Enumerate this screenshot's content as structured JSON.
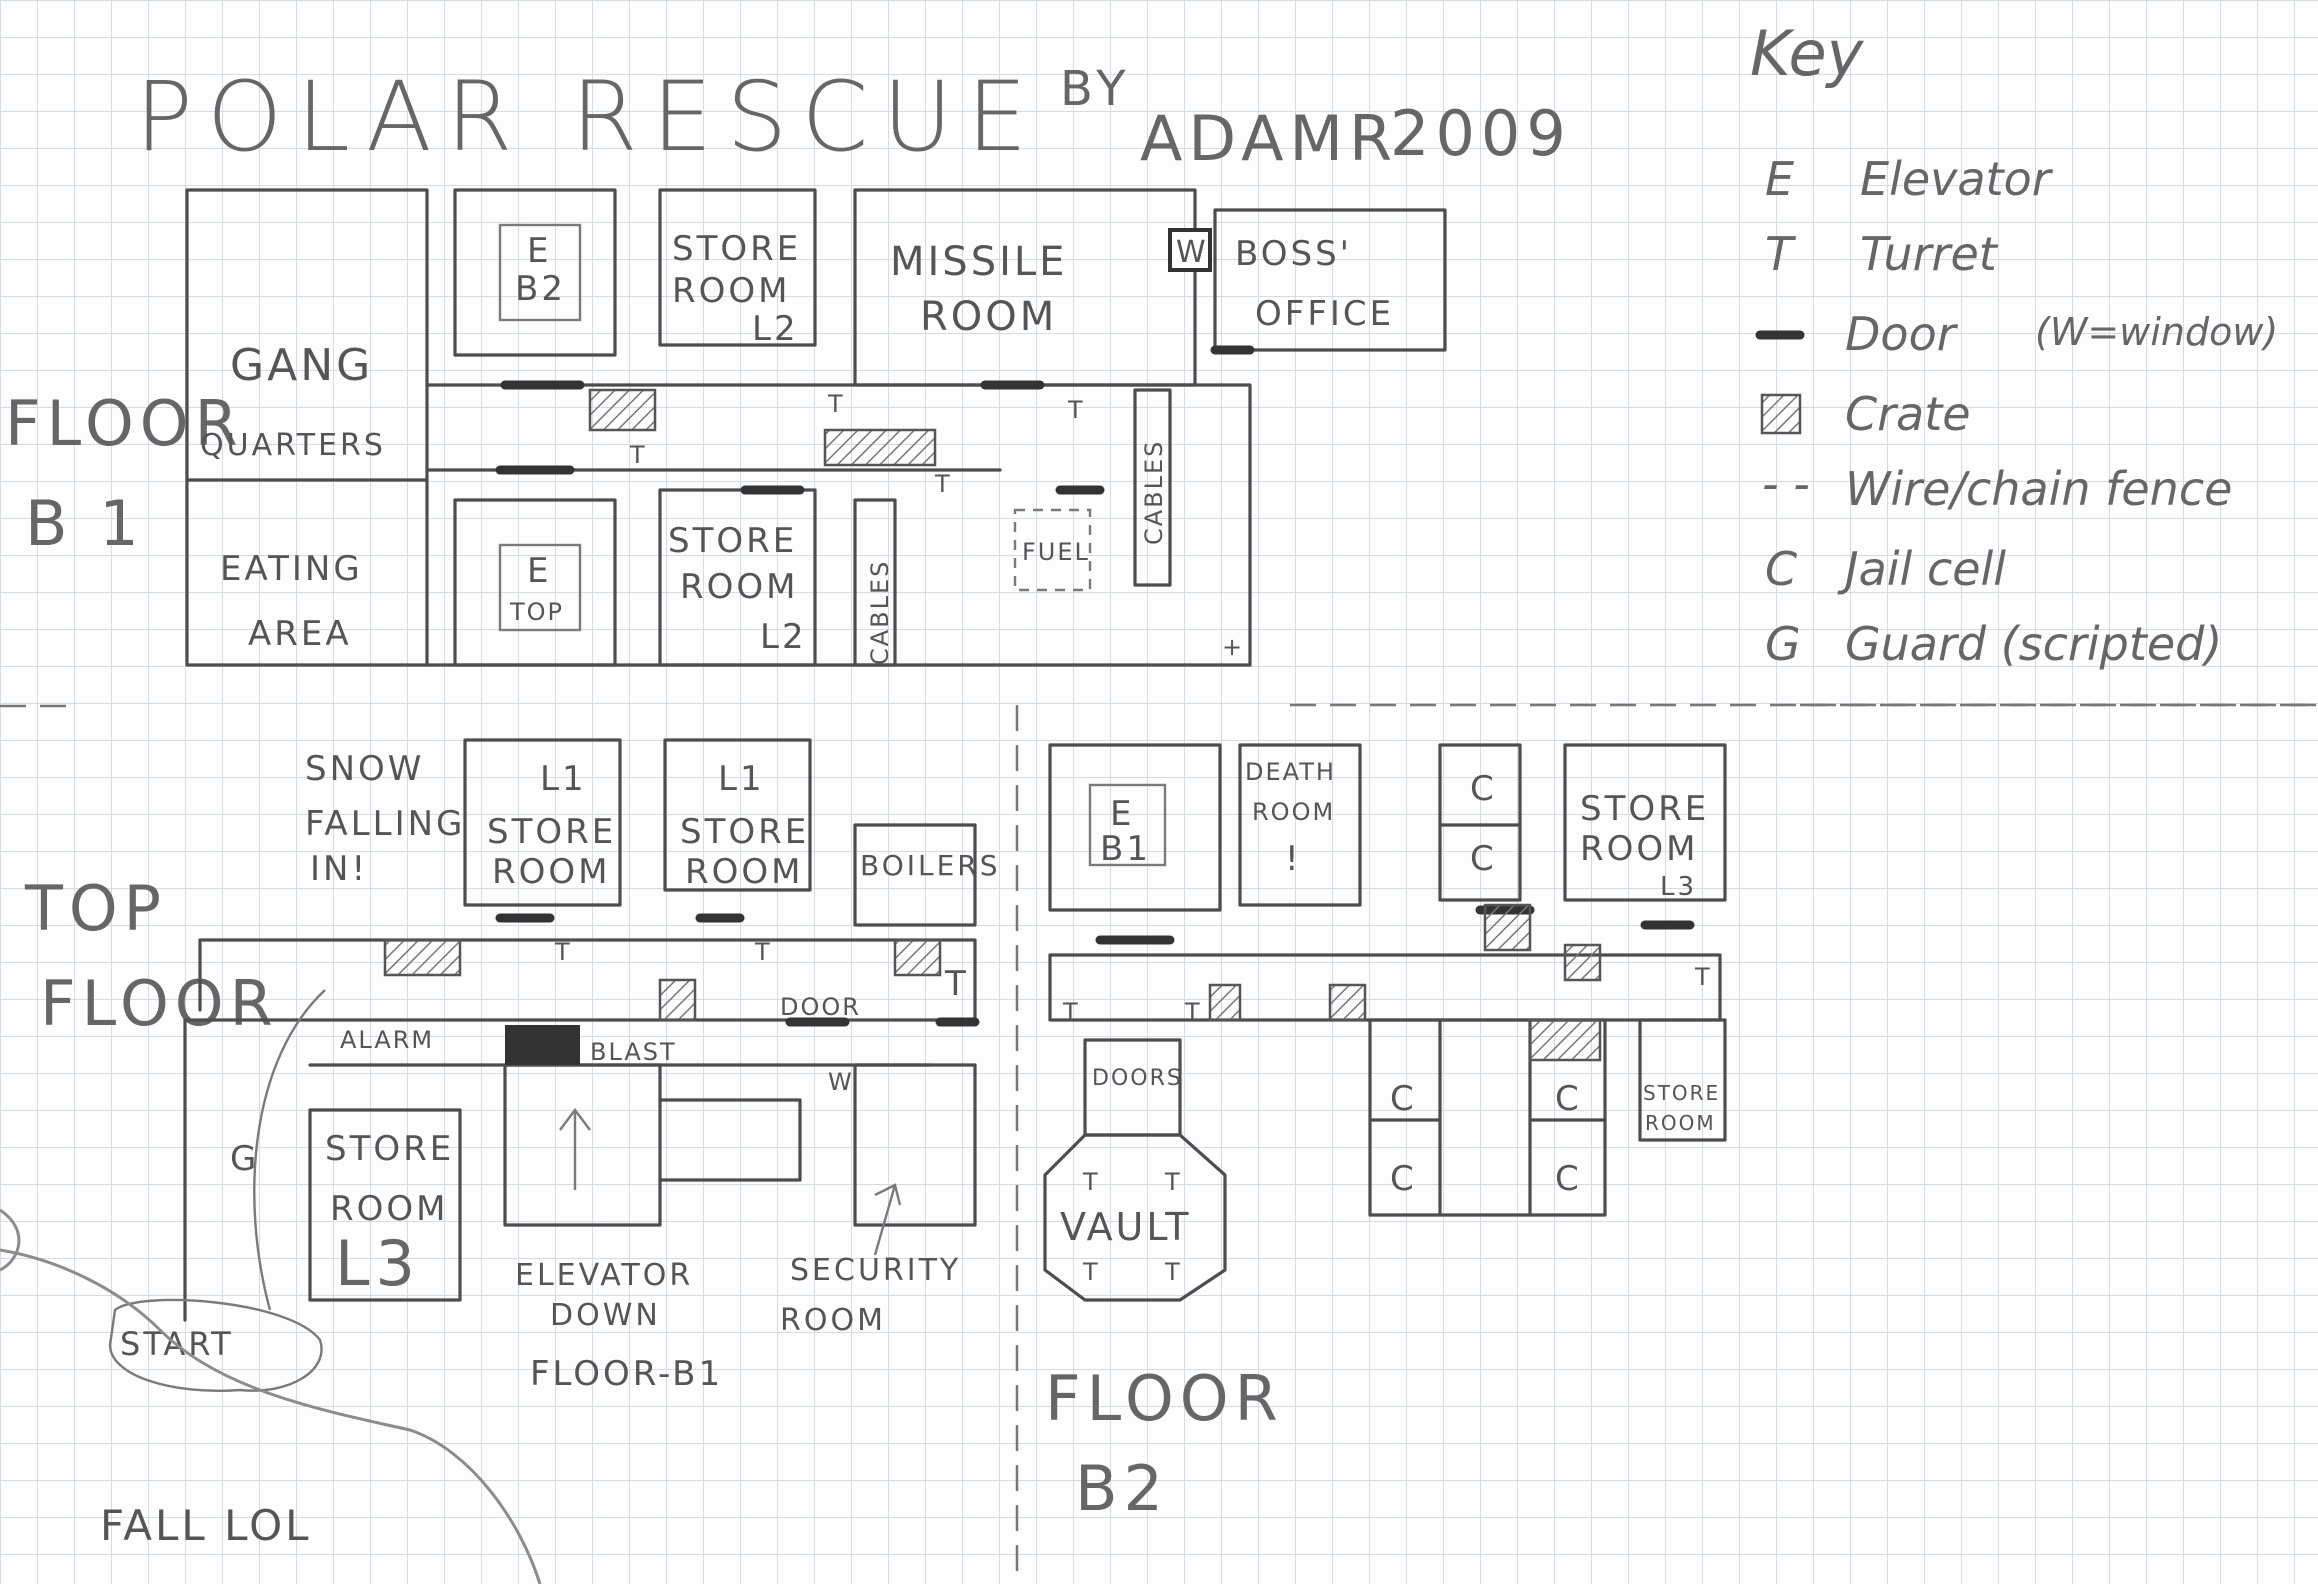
{
  "title": "POLAR RESCUE",
  "byline": "BY",
  "author": "ADAMR",
  "year": "2009",
  "floors": {
    "b1": {
      "label_line1": "FLOOR",
      "label_line2": "B 1",
      "rooms": {
        "gang_1": "GANG",
        "gang_2": "QUARTERS",
        "eating_1": "EATING",
        "eating_2": "AREA",
        "elev_b2_1": "E",
        "elev_b2_2": "B2",
        "elev_top_1": "E",
        "elev_top_2": "TOP",
        "store_a_1": "STORE",
        "store_a_2": "ROOM",
        "store_a_3": "L2",
        "store_b_1": "STORE",
        "store_b_2": "ROOM",
        "store_b_3": "L2",
        "missile_1": "MISSILE",
        "missile_2": "ROOM",
        "window_mark": "W",
        "boss_1": "BOSS'",
        "boss_2": "OFFICE",
        "cables_a": "CABLES",
        "cables_b": "CABLES",
        "fuel": "FUEL",
        "turret_mark": "T",
        "plus_mark": "+"
      }
    },
    "top": {
      "label_line1": "TOP",
      "label_line2": "FLOOR",
      "rooms": {
        "snow_1": "SNOW",
        "snow_2": "FALLING",
        "snow_3": "IN!",
        "l1a_1": "L1",
        "l1a_2": "STORE",
        "l1a_3": "ROOM",
        "l1b_1": "L1",
        "l1b_2": "STORE",
        "l1b_3": "ROOM",
        "boilers": "BOILERS",
        "door_label": "DOOR",
        "alarm": "ALARM",
        "blast": "BLAST",
        "window_mark": "W",
        "guard_mark": "G",
        "store_l3_1": "STORE",
        "store_l3_2": "ROOM",
        "store_l3_3": "L3",
        "elev_1": "ELEVATOR",
        "elev_2": "DOWN",
        "elev_3": "FLOOR-B1",
        "security_1": "SECURITY",
        "security_2": "ROOM",
        "start": "START",
        "fall": "FALL LOL",
        "turret_mark": "T"
      }
    },
    "b2": {
      "label_line1": "FLOOR",
      "label_line2": "B2",
      "rooms": {
        "elev_1": "E",
        "elev_2": "B1",
        "death_1": "DEATH",
        "death_2": "ROOM",
        "death_3": "!",
        "store_1": "STORE",
        "store_2": "ROOM",
        "store_3": "L3",
        "store_small_1": "STORE",
        "store_small_2": "ROOM",
        "doors": "DOORS",
        "vault": "VAULT",
        "cell_mark": "C",
        "turret_mark": "T"
      }
    }
  },
  "legend": {
    "heading": "Key",
    "items": [
      {
        "symbol": "E",
        "label": "Elevator"
      },
      {
        "symbol": "T",
        "label": "Turret"
      },
      {
        "symbol": "door-bar-icon",
        "label": "Door",
        "note": "(W=window)"
      },
      {
        "symbol": "crate-icon",
        "label": "Crate"
      },
      {
        "symbol": "- -",
        "label": "Wire/chain fence"
      },
      {
        "symbol": "C",
        "label": "Jail cell"
      },
      {
        "symbol": "G",
        "label": "Guard (scripted)"
      }
    ]
  }
}
